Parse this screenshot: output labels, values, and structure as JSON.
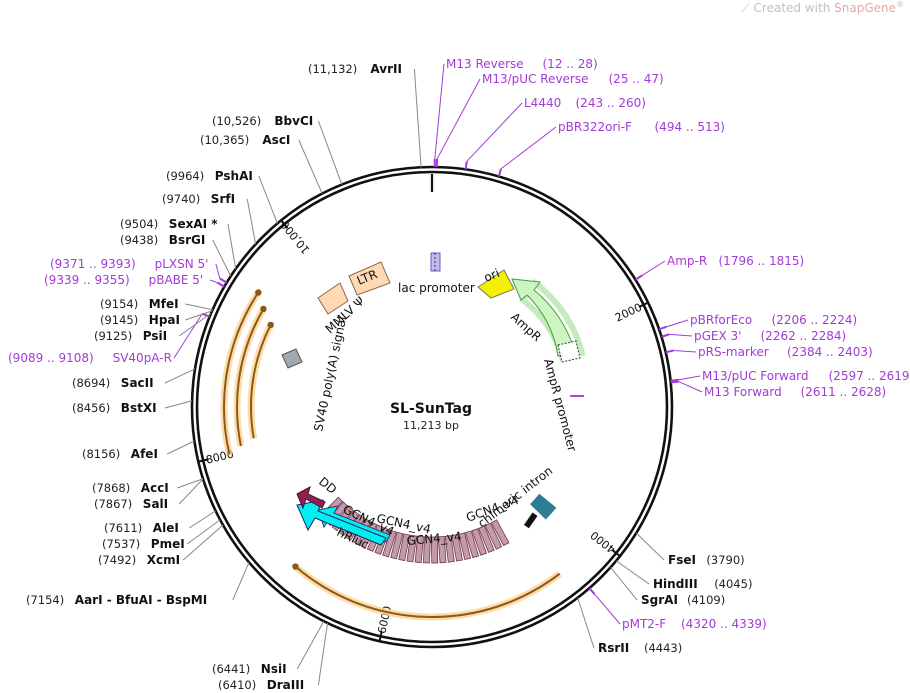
{
  "watermark": {
    "prefix": "Created with ",
    "brand": "SnapGene",
    "mark": "®"
  },
  "plasmid": {
    "name": "SL-SunTag",
    "length_label": "11,213 bp",
    "length": 11213
  },
  "ticks": [
    {
      "label": "2000",
      "bp": 2000
    },
    {
      "label": "4000",
      "bp": 4000
    },
    {
      "label": "6000",
      "bp": 6000
    },
    {
      "label": "8000",
      "bp": 8000
    },
    {
      "label": "10,000",
      "bp": 10000
    }
  ],
  "enzymes": [
    {
      "name": "AvrII",
      "pos": "(11,132)",
      "bp": 11132
    },
    {
      "name": "BbvCI",
      "pos": "(10,526)",
      "bp": 10526
    },
    {
      "name": "AscI",
      "pos": "(10,365)",
      "bp": 10365
    },
    {
      "name": "PshAI",
      "pos": "(9964)",
      "bp": 9964
    },
    {
      "name": "SrfI",
      "pos": "(9740)",
      "bp": 9740
    },
    {
      "name": "SexAI *",
      "pos": "(9504)",
      "bp": 9504,
      "gray": true
    },
    {
      "name": "BsrGI",
      "pos": "(9438)",
      "bp": 9438
    },
    {
      "name": "MfeI",
      "pos": "(9154)",
      "bp": 9154
    },
    {
      "name": "HpaI",
      "pos": "(9145)",
      "bp": 9145
    },
    {
      "name": "PsiI",
      "pos": "(9125)",
      "bp": 9125
    },
    {
      "name": "SacII",
      "pos": "(8694)",
      "bp": 8694
    },
    {
      "name": "BstXI",
      "pos": "(8456)",
      "bp": 8456
    },
    {
      "name": "AfeI",
      "pos": "(8156)",
      "bp": 8156
    },
    {
      "name": "AccI",
      "pos": "(7868)",
      "bp": 7868
    },
    {
      "name": "SalI",
      "pos": "(7867)",
      "bp": 7867
    },
    {
      "name": "AleI",
      "pos": "(7611)",
      "bp": 7611
    },
    {
      "name": "PmeI",
      "pos": "(7537)",
      "bp": 7537
    },
    {
      "name": "XcmI",
      "pos": "(7492)",
      "bp": 7492
    },
    {
      "name": "AarI - BfuAI - BspMI",
      "pos": "(7154)",
      "bp": 7154
    },
    {
      "name": "NsiI",
      "pos": "(6441)",
      "bp": 6441
    },
    {
      "name": "DraIII",
      "pos": "(6410)",
      "bp": 6410
    },
    {
      "name": "FseI",
      "pos": "(3790)",
      "bp": 3790
    },
    {
      "name": "HindIII",
      "pos": "(4045)",
      "bp": 4045
    },
    {
      "name": "SgrAI",
      "pos": "(4109)",
      "bp": 4109
    },
    {
      "name": "RsrII",
      "pos": "(4443)",
      "bp": 4443
    }
  ],
  "primers": [
    {
      "name": "M13 Reverse",
      "range": "(12 .. 28)",
      "bp": 20
    },
    {
      "name": "M13/pUC Reverse",
      "range": "(25 .. 47)",
      "bp": 36
    },
    {
      "name": "L4440",
      "range": "(243 .. 260)",
      "bp": 251
    },
    {
      "name": "pBR322ori-F",
      "range": "(494 .. 513)",
      "bp": 503
    },
    {
      "name": "Amp-R",
      "range": "(1796 .. 1815)",
      "bp": 1805
    },
    {
      "name": "pBRforEco",
      "range": "(2206 .. 2224)",
      "bp": 2215
    },
    {
      "name": "pGEX 3'",
      "range": "(2262 .. 2284)",
      "bp": 2273
    },
    {
      "name": "pRS-marker",
      "range": "(2384 .. 2403)",
      "bp": 2393
    },
    {
      "name": "M13/pUC Forward",
      "range": "(2597 .. 2619)",
      "bp": 2608
    },
    {
      "name": "M13 Forward",
      "range": "(2611 .. 2628)",
      "bp": 2620
    },
    {
      "name": "pMT2-F",
      "range": "(4320 .. 4339)",
      "bp": 4330
    },
    {
      "name": "SV40pA-R",
      "range": "(9089 .. 9108)",
      "bp": 9098
    },
    {
      "name": "pBABE 5'",
      "range": "(9339 .. 9355)",
      "bp": 9347
    },
    {
      "name": "pLXSN 5'",
      "range": "(9371 .. 9393)",
      "bp": 9382
    }
  ],
  "features": [
    {
      "name": "ori",
      "color": "#f2f200"
    },
    {
      "name": "lac promoter",
      "color": "#8e7cc3"
    },
    {
      "name": "AmpR",
      "color": "#cdf5c4"
    },
    {
      "name": "AmpR promoter",
      "color": "#ffffff"
    },
    {
      "name": "chimeric intron",
      "color": "#2d7a93"
    },
    {
      "name": "GCN4_v4",
      "color": "#c49aa8"
    },
    {
      "name": "hRluc",
      "color": "#00f0f0"
    },
    {
      "name": "DD",
      "color": "#8b2252"
    },
    {
      "name": "LTR",
      "color": "#ffd9b3"
    },
    {
      "name": "MMLV Ψ",
      "color": "#ffd9b3"
    },
    {
      "name": "SV40 poly(A) signal",
      "color": "#a0a8b0"
    }
  ],
  "labels": {
    "gcn4_a": "GCN4_v4",
    "gcn4_b": "GCN4_v4",
    "gcn4_c": "GCN4_v4",
    "gcn4_d": "GCN4_v4"
  }
}
